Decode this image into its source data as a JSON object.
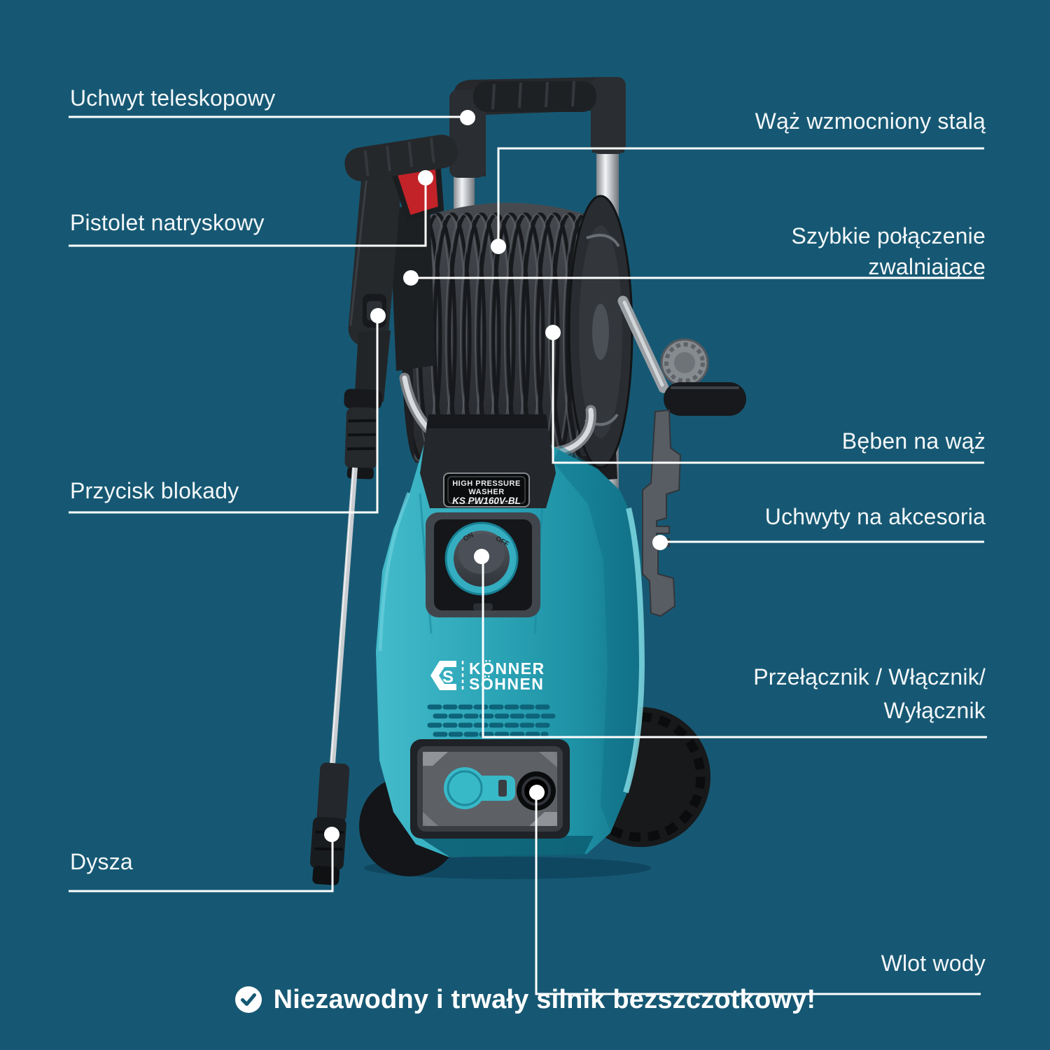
{
  "background": "#165873",
  "callouts": {
    "telescopic_handle": {
      "label": "Uchwyt teleskopowy"
    },
    "steel_hose": {
      "label": "Wąż wzmocniony stalą"
    },
    "spray_gun": {
      "label": "Pistolet natryskowy"
    },
    "quick_release": {
      "line1": "Szybkie połączenie",
      "line2": "zwalniające"
    },
    "hose_reel": {
      "label": "Bęben na wąż"
    },
    "lock_button": {
      "label": "Przycisk blokady"
    },
    "accessory_holders": {
      "label": "Uchwyty na akcesoria"
    },
    "power_switch": {
      "line1": "Przełącznik / Włącznik/",
      "line2": "Wyłącznik"
    },
    "nozzle": {
      "label": "Dysza"
    },
    "water_inlet": {
      "label": "Wlot wody"
    }
  },
  "product": {
    "nameplate": {
      "line1": "HIGH PRESSURE",
      "line2": "WASHER",
      "model": "KS PW160V-BL"
    },
    "power_dial": {
      "on_label": "ON",
      "off_label": "OFF"
    },
    "brand": {
      "line1": "KÖNNER",
      "line2": "SÖHNEN"
    }
  },
  "footer": {
    "icon": "check-icon",
    "text": "Niezawodny i trwały silnik bezszczotkowy!"
  },
  "colors": {
    "background": "#165873",
    "body_teal": "#2BA4B6",
    "trigger_red": "#C22329",
    "callout_white": "#FFFFFF"
  }
}
